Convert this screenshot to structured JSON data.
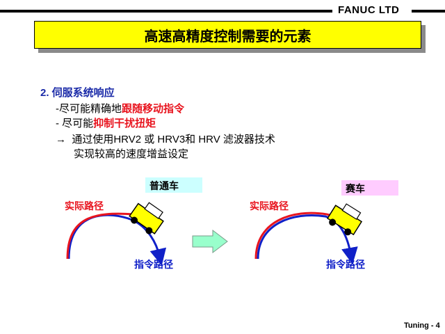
{
  "header": {
    "company": "FANUC LTD"
  },
  "title": "高速高精度控制需要的元素",
  "section": {
    "heading": "2. 伺服系统响应",
    "bullet1_prefix": "-尽可能精确地",
    "bullet1_highlight": "跟随移动指令",
    "bullet2_prefix": "- 尽可能",
    "bullet2_highlight": "抑制干扰扭矩",
    "bullet3_arrow": "→",
    "bullet3_text": "通过使用HRV2 或 HRV3和  HRV 滤波器技术",
    "bullet4_text": "实现较高的速度增益设定"
  },
  "diagram": {
    "normal_car_label": "普通车",
    "race_car_label": "赛车",
    "actual_path_label": "实际路径",
    "command_path_label": "指令路径",
    "colors": {
      "actual": "#e8141e",
      "command": "#1020c8",
      "car": "#ffff00",
      "arrow": "#99ffcc"
    }
  },
  "footer": {
    "page": "Tuning - 4"
  }
}
